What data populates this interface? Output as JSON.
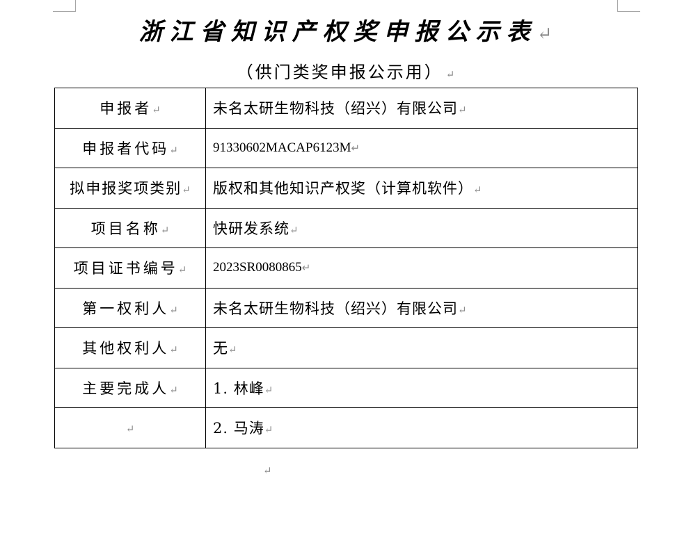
{
  "document": {
    "title": "浙江省知识产权奖申报公示表",
    "subtitle": "（供门类奖申报公示用）",
    "paragraph_mark": "↵"
  },
  "form": {
    "rows": [
      {
        "label": "申报者",
        "value": "未名太研生物科技（绍兴）有限公司"
      },
      {
        "label": "申报者代码",
        "value": "91330602MACAP6123M"
      },
      {
        "label": "拟申报奖项类别",
        "value": "版权和其他知识产权奖（计算机软件）"
      },
      {
        "label": "项目名称",
        "value": "快研发系统"
      },
      {
        "label": "项目证书编号",
        "value": "2023SR0080865"
      },
      {
        "label": "第一权利人",
        "value": "未名太研生物科技（绍兴）有限公司"
      },
      {
        "label": "其他权利人",
        "value": "无"
      },
      {
        "label": "主要完成人",
        "value": "1. 林峰"
      },
      {
        "label": "",
        "value": "2. 马涛"
      }
    ]
  }
}
